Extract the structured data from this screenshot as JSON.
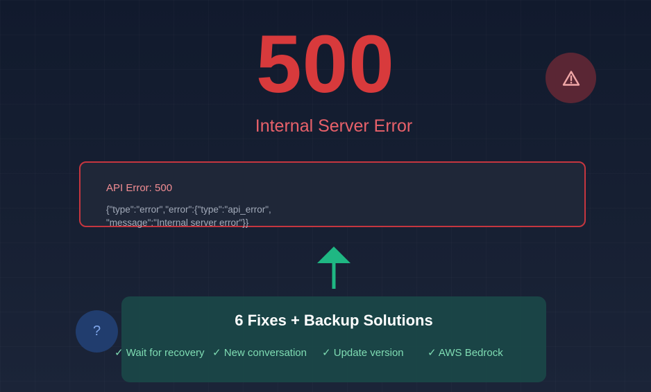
{
  "hero": {
    "status_code": "500",
    "status_text": "Internal Server Error"
  },
  "badges": {
    "warning_icon": "warning-triangle-icon",
    "help_icon": "question-mark-icon",
    "help_glyph": "?"
  },
  "error_box": {
    "title": "API Error: 500",
    "body_line1": "{\"type\":\"error\",\"error\":{\"type\":\"api_error\",",
    "body_line2": "\"message\":\"Internal server error\"}}"
  },
  "fixes_card": {
    "title": "6 Fixes + Backup Solutions",
    "items": [
      {
        "check": "✓",
        "label": "Wait for recovery"
      },
      {
        "check": "✓",
        "label": "New conversation"
      },
      {
        "check": "✓",
        "label": "Update version"
      },
      {
        "check": "✓",
        "label": "AWS Bedrock"
      }
    ]
  },
  "colors": {
    "background": "#131b2e",
    "error_red": "#d83a3c",
    "subtitle_red": "#e8616a",
    "accent_green": "#1fb783",
    "card_green": "#1a4848",
    "fix_text_green": "#7fdcb3",
    "help_blue": "#213d6e"
  }
}
